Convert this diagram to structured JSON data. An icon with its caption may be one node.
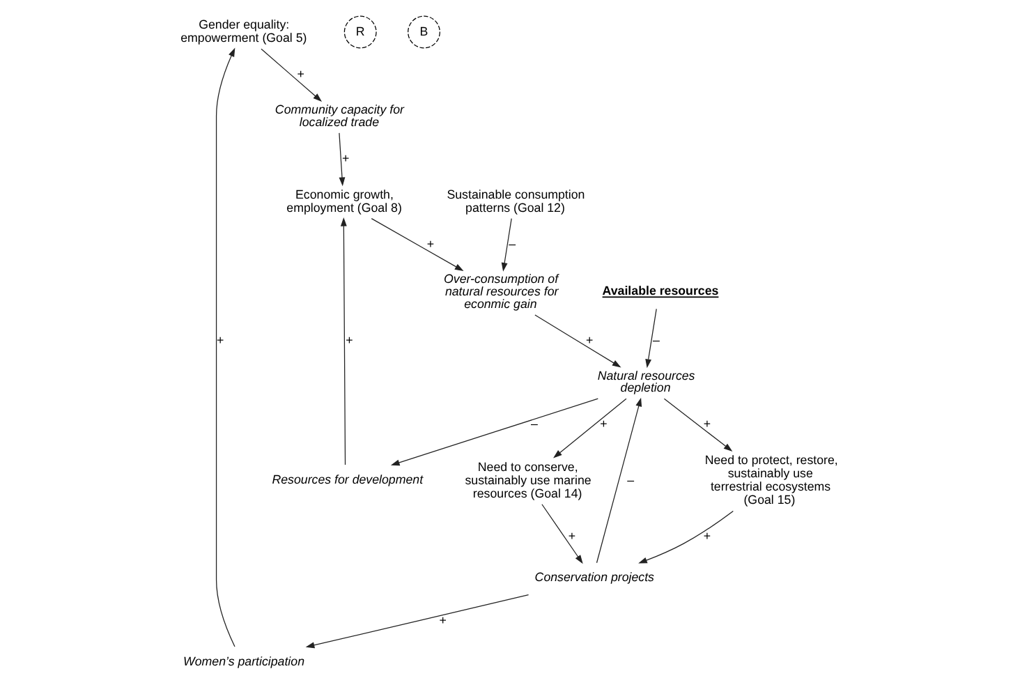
{
  "diagram": {
    "nodes": [
      {
        "text": [
          "Gender equality: empowerment (Goal 5)"
        ]
      },
      {
        "text": [
          "Women’s participation"
        ]
      },
      {
        "text": [
          "Community capacity for localized trade"
        ]
      },
      {
        "text": [
          "Resources for development"
        ]
      },
      {
        "text": [
          "Need to protect, restore, sustainably use terrestrial ecosystems (Goal 15)"
        ]
      },
      {
        "text": [
          "Conservation projects"
        ]
      },
      {
        "text": [
          "Natural resources depletion"
        ]
      },
      {
        "text": [
          "Economic growth, employment (Goal 8)"
        ]
      },
      {
        "text": [
          "Need to conserve, sustainably use marine resources (Goal 14)"
        ]
      },
      {
        "text": [
          "Over-consumption of natural resources for econmic gain"
        ]
      },
      {
        "text": [
          "Available resources"
        ]
      },
      {
        "text": [
          "Sustainable consumption patterns (Goal 12)"
        ]
      }
    ],
    "edges": [
      {
        "from": 1,
        "to": 0,
        "arrow": "to",
        "label": "+"
      },
      {
        "from": 0,
        "to": 2,
        "arrow": "to",
        "label": "+"
      },
      {
        "from": 5,
        "to": 1,
        "arrow": "to",
        "label": "+"
      },
      {
        "from": 2,
        "to": 7,
        "arrow": "to",
        "label": "+"
      },
      {
        "from": 3,
        "to": 7,
        "arrow": "to",
        "label": "+"
      },
      {
        "from": 6,
        "to": 3,
        "arrow": "to",
        "label": "–"
      },
      {
        "from": 4,
        "to": 5,
        "arrow": "to",
        "label": "+"
      },
      {
        "from": 5,
        "to": 6,
        "arrow": "to",
        "label": "–"
      },
      {
        "from": 6,
        "to": 4,
        "arrow": "to",
        "label": "+"
      },
      {
        "from": 8,
        "to": 5,
        "arrow": "to",
        "label": "+"
      },
      {
        "from": 6,
        "to": 8,
        "arrow": "to",
        "label": "+"
      },
      {
        "from": 10,
        "to": 6,
        "arrow": "to",
        "label": "–"
      },
      {
        "from": 9,
        "to": 6,
        "arrow": "to",
        "label": "+"
      },
      {
        "from": 7,
        "to": 9,
        "arrow": "to",
        "label": "+"
      },
      {
        "from": 11,
        "to": 9,
        "arrow": "to",
        "label": "–"
      }
    ],
    "labels": [
      "R",
      "B"
    ]
  }
}
